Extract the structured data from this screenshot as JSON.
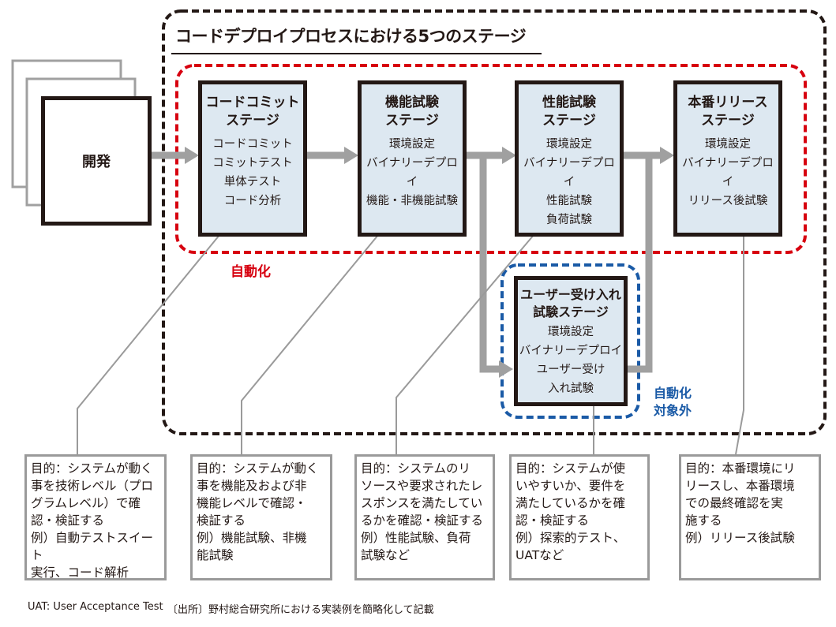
{
  "title": "コードデプロイプロセスにおける5つのステージ",
  "development": {
    "label": "開発"
  },
  "stages": [
    {
      "name": "コードコミット\nステージ",
      "name_line1": "コードコミット",
      "name_line2": "ステージ",
      "tasks": [
        "コードコミット",
        "コミットテスト",
        "単体テスト",
        "コード分析"
      ]
    },
    {
      "name_line1": "機能試験",
      "name_line2": "ステージ",
      "tasks": [
        "環境設定",
        "バイナリーデプロイ",
        "機能・非機能試験"
      ]
    },
    {
      "name_line1": "性能試験",
      "name_line2": "ステージ",
      "tasks": [
        "環境設定",
        "バイナリーデプロイ",
        "性能試験",
        "負荷試験"
      ]
    },
    {
      "name_line1": "本番リリース",
      "name_line2": "ステージ",
      "tasks": [
        "環境設定",
        "バイナリーデプロイ",
        "リリース後試験"
      ]
    },
    {
      "name_line1": "ユーザー受け入れ",
      "name_line2": "試験ステージ",
      "tasks": [
        "環境設定",
        "バイナリーデプロイ",
        "ユーザー受け",
        "入れ試験"
      ]
    }
  ],
  "regions": {
    "automated": "自動化",
    "not_automated_line1": "自動化",
    "not_automated_line2": "対象外"
  },
  "notes": [
    "目的：システムが動く\n事を技術レベル（プロ\nグラムレベル）で確\n認・検証する\n例）自動テストスイート\n実行、コード解析",
    "目的：システムが動く\n事を機能及および非\n機能レベルで確認・\n検証する\n例）機能試験、非機\n能試験",
    "目的：システムのリ\nソースや要求されたレ\nスポンスを満たしてい\nるかを確認・検証する\n例）性能試験、負荷\n試験など",
    "目的：システムが使\nいやすいか、要件を\n満たしているかを確\n認・検証する\n例）探索的テスト、\nUATなど",
    "目的：本番環境にリ\nリースし、本番環境\nでの最終確認を実\n施する\n例）リリース後試験"
  ],
  "footer": {
    "abbreviation": "UAT: User Acceptance Test",
    "source": "〔出所〕野村総合研究所における実装例を簡略化して記載"
  },
  "colors": {
    "automated_border": "#d7000f",
    "not_automated_border": "#1a5aa6",
    "stage_fill": "#dde8f1",
    "arrow": "#a0a0a0"
  }
}
